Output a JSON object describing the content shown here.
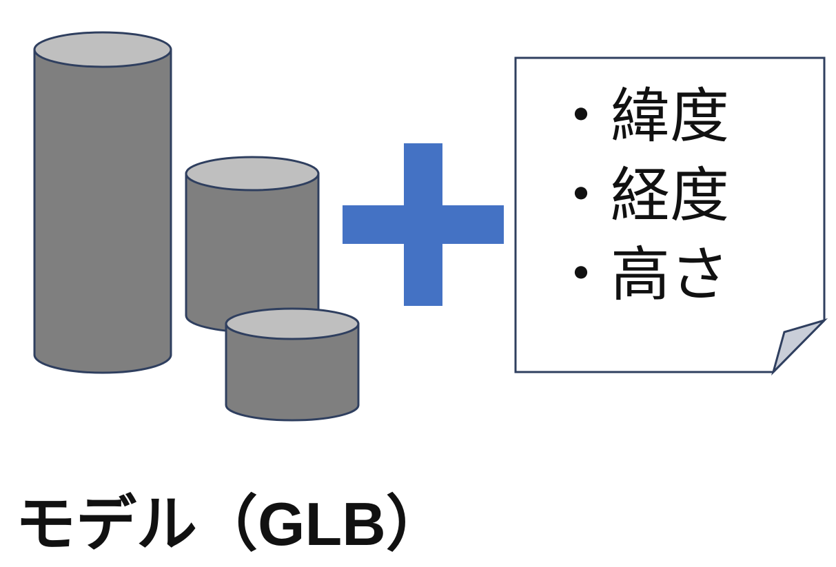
{
  "note": {
    "items": [
      "・緯度",
      "・経度",
      "・高さ"
    ]
  },
  "caption": "モデル（GLB）",
  "colors": {
    "cylinder_body": "#7f7f7f",
    "cylinder_top": "#bfbfbf",
    "outline": "#2f3f5f",
    "plus": "#4472c4"
  }
}
